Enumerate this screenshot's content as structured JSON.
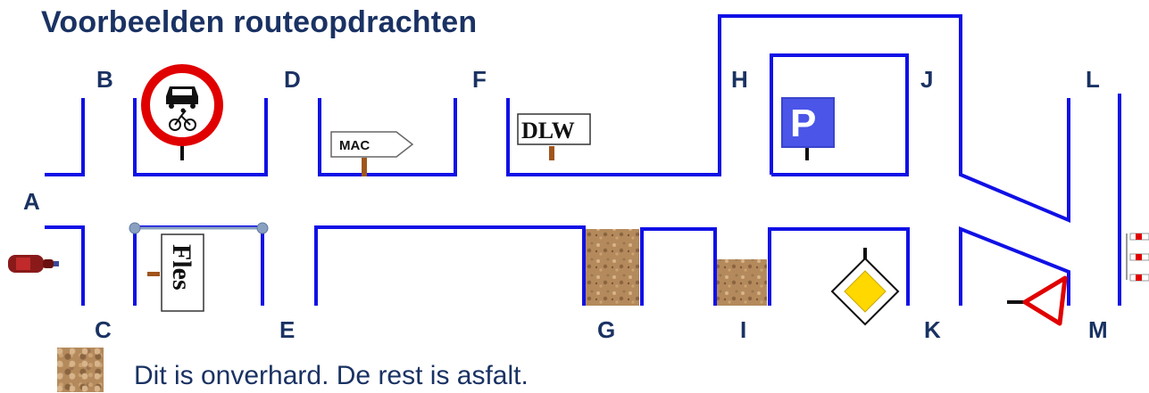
{
  "title": "Voorbeelden routeopdrachten",
  "points": {
    "a": "A",
    "b": "B",
    "c": "C",
    "d": "D",
    "e": "E",
    "f": "F",
    "g": "G",
    "h": "H",
    "i": "I",
    "j": "J",
    "k": "K",
    "l": "L",
    "m": "M"
  },
  "signs": {
    "mac": "MAC",
    "dlw": "DLW",
    "fles": "Fles",
    "parking": "P"
  },
  "legend": {
    "text": "Dit is onverhard. De rest is asfalt."
  },
  "colors": {
    "road": "#1010e6",
    "title": "#1a3263",
    "unpaved": "#b48a5c",
    "prohibition_red": "#e00000",
    "parking_blue": "#4b55e8",
    "priority_yellow": "#ffd800",
    "post_brown": "#a0551b"
  }
}
